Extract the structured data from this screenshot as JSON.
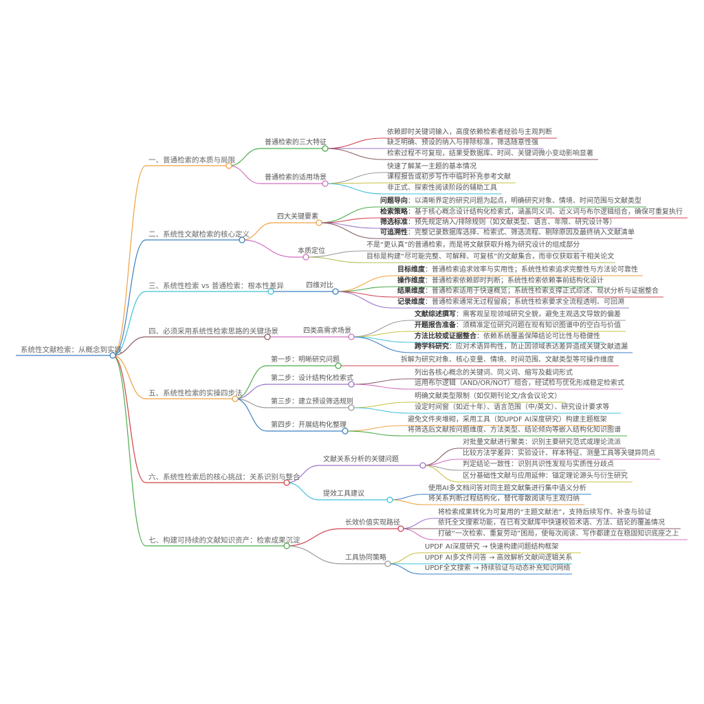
{
  "root": {
    "label": "系统性文献检索：从概念到实践",
    "color": "#3a7fc0"
  },
  "branches": [
    {
      "label": "一、普通检索的本质与局限",
      "color": "#f0a040",
      "children": [
        {
          "label": "普通检索的三大特征",
          "color": "#4aaa4a",
          "leaves": [
            {
              "text": "依赖即时关键词输入，高度依赖检索者经验与主观判断",
              "color": "#d04050"
            },
            {
              "text": "缺乏明确、预设的纳入与排除标准，筛选随意性强",
              "color": "#9a70c8"
            },
            {
              "text": "检索过程不可复现，结果受数据库、时间、关键词微小变动影响显著",
              "color": "#8a5a60"
            }
          ]
        },
        {
          "label": "普通检索的适用场景",
          "color": "#d070c0",
          "leaves": [
            {
              "text": "快速了解某一主题的基本情况",
              "color": "#999999"
            },
            {
              "text": "课程报告或初步写作中临时补充参考文献",
              "color": "#c8c040"
            },
            {
              "text": "非正式、探索性阅读阶段的辅助工具",
              "color": "#3fc0d8"
            }
          ]
        }
      ]
    },
    {
      "label": "二、系统性文献检索的核心定义",
      "color": "#3a7fc0",
      "children": [
        {
          "label": "四大关键要素",
          "color": "#f0a040",
          "leaves": [
            {
              "bold": "问题导向",
              "text": "：以清晰界定的研究问题为起点，明确研究对象、情境、时间范围与文献类型",
              "color": "#4aaa4a"
            },
            {
              "bold": "检索策略",
              "text": "：基于核心概念设计结构化检索式，涵盖同义词、近义词与布尔逻辑组合，确保可重复执行",
              "color": "#d04050"
            },
            {
              "bold": "筛选标准",
              "text": "：预先规定纳入/排除规则（如文献类型、语言、年限、研究设计等）",
              "color": "#9a70c8"
            },
            {
              "bold": "可追溯性",
              "text": "：完整记录数据库选择、检索式、筛选流程、剔除原因及最终纳入文献清单",
              "color": "#8a5a60"
            }
          ]
        },
        {
          "label": "本质定位",
          "color": "#d070c0",
          "leaves": [
            {
              "text": "不是“更认真”的普通检索，而是将文献获取升格为研究设计的组成部分",
              "color": "#999999"
            },
            {
              "text": "目标是构建“尽可能完整、可解释、可复核”的文献集合，而非仅获取若干相关论文",
              "color": "#a8c050"
            }
          ]
        }
      ]
    },
    {
      "label": "三、系统性检索 vs 普通检索：根本性差异",
      "color": "#3fc0d8",
      "children": [
        {
          "label": "四维对比",
          "color": "#3a7fc0",
          "leaves": [
            {
              "bold": "目标维度",
              "text": "：普通检索追求效率与实用性；系统性检索追求完整性与方法论可靠性",
              "color": "#f0a040"
            },
            {
              "bold": "操作维度",
              "text": "：普通检索依赖即时判断；系统性检索依赖事前结构化设计",
              "color": "#4aaa4a"
            },
            {
              "bold": "结果维度",
              "text": "：普通检索适用于快速概览；系统性检索支撑正式综述、现状分析与证据整合",
              "color": "#d04050"
            },
            {
              "bold": "记录维度",
              "text": "：普通检索通常无过程留痕；系统性检索要求全流程透明、可回溯",
              "color": "#9a70c8"
            }
          ]
        }
      ]
    },
    {
      "label": "四、必须采用系统性检索思路的关键场景",
      "color": "#8a5a60",
      "children": [
        {
          "label": "四类高需求场景",
          "color": "#d070c0",
          "leaves": [
            {
              "bold": "文献综述撰写",
              "text": "：需客观呈现领域研究全貌，避免主观选文导致的偏差",
              "color": "#999999"
            },
            {
              "bold": "开题报告准备",
              "text": "：须精准定位研究问题在现有知识图谱中的空白与价值",
              "color": "#c8c040"
            },
            {
              "bold": "方法比较或证据整合",
              "text": "：依赖系统覆盖保障结论可比性与稳健性",
              "color": "#3fc0d8"
            },
            {
              "bold": "跨学科研究",
              "text": "：应对术语异构性，防止因领域表达差异造成关键文献遗漏",
              "color": "#3a7fc0"
            }
          ]
        }
      ]
    },
    {
      "label": "五、系统性检索的实操四步法",
      "color": "#f0a040",
      "children": [
        {
          "label": "第一步：明晰研究问题",
          "color": "#4aaa4a",
          "leaves": [
            {
              "text": "拆解为研究对象、核心变量、情境、时间范围、文献类型等可操作维度",
              "color": "#d04050"
            }
          ]
        },
        {
          "label": "第二步：设计结构化检索式",
          "color": "#9a70c8",
          "leaves": [
            {
              "text": "列出各核心概念的关键词、同义词、缩写及截词形式",
              "color": "#8a5a60"
            },
            {
              "text": "运用布尔逻辑（AND/OR/NOT）组合，经试检与优化形成稳定检索式",
              "color": "#d070c0"
            }
          ]
        },
        {
          "label": "第三步：建立预设筛选规则",
          "color": "#999999",
          "leaves": [
            {
              "text": "明确文献类型限制（如仅期刊论文/含会议论文）",
              "color": "#c8c040"
            },
            {
              "text": "设定时间窗（如近十年）、语言范围（中/英文）、研究设计要求等",
              "color": "#3fc0d8"
            }
          ]
        },
        {
          "label": "第四步：开展结构化整理",
          "color": "#3a7fc0",
          "leaves": [
            {
              "text": "避免文件夹堆砌，采用工具（如UPDF AI深度研究）构建主题框架",
              "color": "#f0a040"
            },
            {
              "text": "将筛选后文献按问题维度、方法类型、结论倾向等嵌入结构化知识图谱",
              "color": "#4aaa4a"
            }
          ]
        }
      ]
    },
    {
      "label": "六、系统性检索后的核心挑战：关系识别与整合",
      "color": "#d04040",
      "children": [
        {
          "label": "文献关系分析的关键问题",
          "color": "#9a70c8",
          "leaves": [
            {
              "text": "对批量文献进行聚类：识别主要研究范式或理论流派",
              "color": "#8a5a60"
            },
            {
              "text": "比较方法学差异：实验设计、样本特征、测量工具等关键异同点",
              "color": "#d070c0"
            },
            {
              "text": "判定结论一致性：识别共识性发现与实质性分歧点",
              "color": "#999999"
            },
            {
              "text": "区分基础性文献与应用延伸：锚定理论源头与衍生研究",
              "color": "#c8c040"
            }
          ]
        },
        {
          "label": "提效工具建议",
          "color": "#3fc0d8",
          "leaves": [
            {
              "text": "使用AI多文档问答对同主题文献集进行集中语义分析",
              "color": "#3a7fc0"
            },
            {
              "text": "将关系判断过程结构化，替代零散阅读与主观归纳",
              "color": "#f0a040"
            }
          ]
        }
      ]
    },
    {
      "label": "七、构建可持续的文献知识资产：检索成果沉淀",
      "color": "#4aaa4a",
      "children": [
        {
          "label": "长效价值实现路径",
          "color": "#d04050",
          "leaves": [
            {
              "text": "将检索成果转化为可复用的“主题文献池”，支持后续写作、补查与验证",
              "color": "#9a70c8"
            },
            {
              "text": "依托全文搜索功能，在已有文献库中快速校验术语、方法、结论的覆盖情况",
              "color": "#8a5a60"
            },
            {
              "text": "打破“一次检索、重复劳动”困局，使每次阅读、写作都建立在稳固知识底座之上",
              "color": "#d070c0"
            }
          ]
        },
        {
          "label": "工具协同策略",
          "color": "#999999",
          "leaves": [
            {
              "text": "UPDF AI深度研究 → 快速构建问题结构框架",
              "color": "#c8c040"
            },
            {
              "text": "UPDF AI多文件问答 → 高效解析文献间逻辑关系",
              "color": "#3fc0d8"
            },
            {
              "text": "UPDF全文搜索 → 持续验证与动态补充知识网络",
              "color": "#3a7fc0"
            }
          ]
        }
      ]
    }
  ]
}
